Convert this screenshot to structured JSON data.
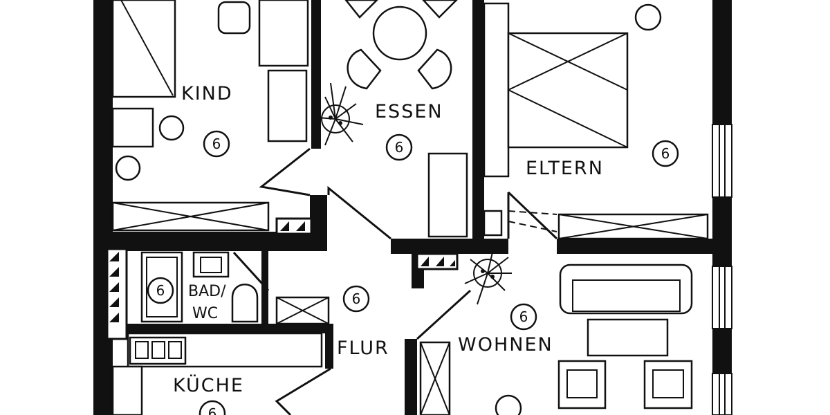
{
  "rooms": {
    "kind": "KIND",
    "essen": "ESSEN",
    "eltern": "ELTERN",
    "bad": "BAD/",
    "wc": "WC",
    "flur": "FLUR",
    "wohnen": "WOHNEN",
    "kueche": "KÜCHE"
  },
  "room_marker": "6",
  "colors": {
    "ink": "#111111",
    "paper": "#ffffff"
  }
}
